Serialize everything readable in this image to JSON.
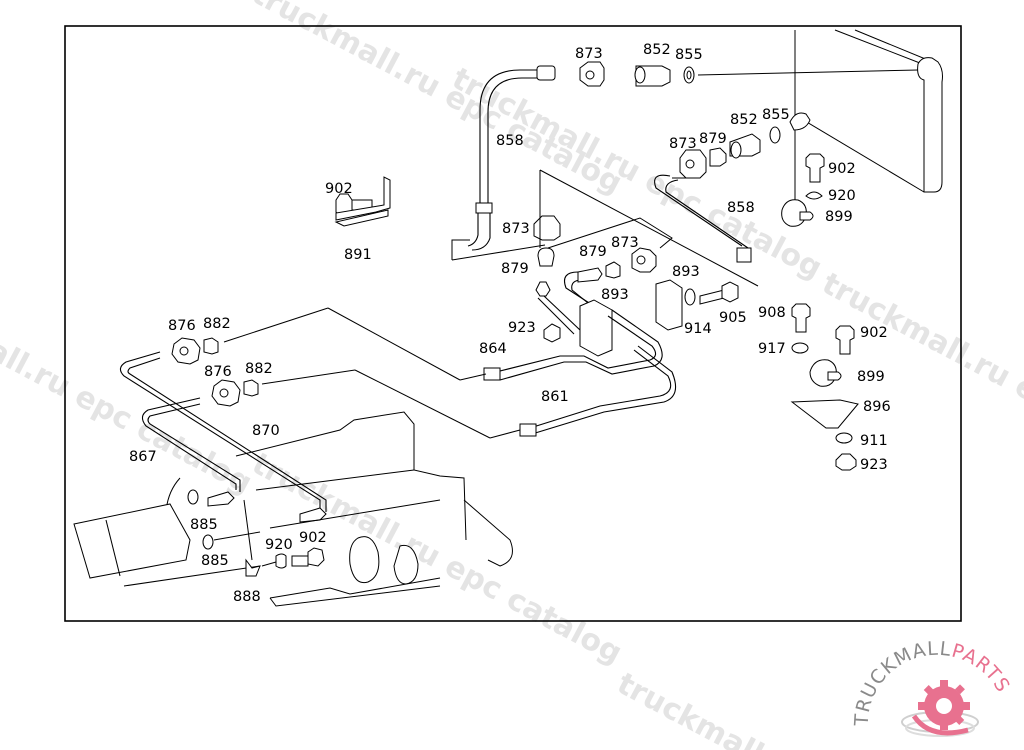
{
  "diagram": {
    "title": "Fuel line / pipe assembly exploded parts view",
    "watermark_text": [
      "truckmall.ru epc catalog",
      "truckmall.ru epc catalog",
      "truckmall.ru epc catalog",
      "truckmall.ru epc catalog",
      "truckmall.ru epc catalog"
    ],
    "parts": [
      {
        "id": "p873a",
        "number": "873"
      },
      {
        "id": "p852a",
        "number": "852"
      },
      {
        "id": "p855a",
        "number": "855"
      },
      {
        "id": "p858a",
        "number": "858"
      },
      {
        "id": "p852b",
        "number": "852"
      },
      {
        "id": "p855b",
        "number": "855"
      },
      {
        "id": "p873b",
        "number": "873"
      },
      {
        "id": "p879a",
        "number": "879"
      },
      {
        "id": "p902a",
        "number": "902"
      },
      {
        "id": "p920a",
        "number": "920"
      },
      {
        "id": "p899a",
        "number": "899"
      },
      {
        "id": "p858b",
        "number": "858"
      },
      {
        "id": "p902b",
        "number": "902"
      },
      {
        "id": "p891",
        "number": "891"
      },
      {
        "id": "p873c",
        "number": "873"
      },
      {
        "id": "p879b",
        "number": "879"
      },
      {
        "id": "p873d",
        "number": "873"
      },
      {
        "id": "p879c",
        "number": "879"
      },
      {
        "id": "p893a",
        "number": "893"
      },
      {
        "id": "p893b",
        "number": "893"
      },
      {
        "id": "p923a",
        "number": "923"
      },
      {
        "id": "p914",
        "number": "914"
      },
      {
        "id": "p905",
        "number": "905"
      },
      {
        "id": "p908",
        "number": "908"
      },
      {
        "id": "p902c",
        "number": "902"
      },
      {
        "id": "p917",
        "number": "917"
      },
      {
        "id": "p899b",
        "number": "899"
      },
      {
        "id": "p896",
        "number": "896"
      },
      {
        "id": "p911",
        "number": "911"
      },
      {
        "id": "p923b",
        "number": "923"
      },
      {
        "id": "p864",
        "number": "864"
      },
      {
        "id": "p861",
        "number": "861"
      },
      {
        "id": "p876a",
        "number": "876"
      },
      {
        "id": "p882a",
        "number": "882"
      },
      {
        "id": "p876b",
        "number": "876"
      },
      {
        "id": "p882b",
        "number": "882"
      },
      {
        "id": "p870",
        "number": "870"
      },
      {
        "id": "p867",
        "number": "867"
      },
      {
        "id": "p885a",
        "number": "885"
      },
      {
        "id": "p885b",
        "number": "885"
      },
      {
        "id": "p920b",
        "number": "920"
      },
      {
        "id": "p902d",
        "number": "902"
      },
      {
        "id": "p888",
        "number": "888"
      }
    ]
  },
  "logo": {
    "brand_part1": "TRUCKMALL",
    "brand_part2": "PARTS",
    "accent_color": "#e8718f",
    "gray_color": "#8a8a8a"
  }
}
